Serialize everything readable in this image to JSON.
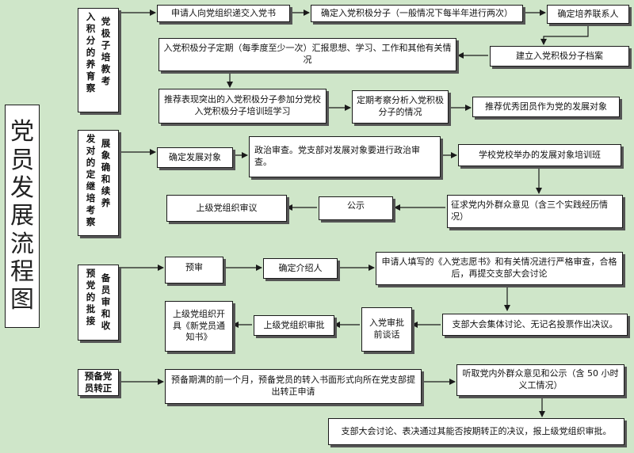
{
  "title": "党员发展流程图",
  "stages": {
    "s1": {
      "col_a": "入积分的养育察",
      "col_b": "党极子培教考"
    },
    "s2": {
      "col_a": "发对的定继培考察",
      "col_b": "展象确和续养"
    },
    "s3": {
      "col_a": "预党的批接",
      "col_b": "备员审和收"
    },
    "s4": {
      "label": "预备党员转正"
    }
  },
  "steps": {
    "b1": "申请人向党组织递交入党书",
    "b2": "确定入党积极分子（一般情况下每半年进行两次）",
    "b3": "确定培养联系人",
    "b4": "入党积极分子定期（每季度至少一次）汇报思想、学习、工作和其他有关情况",
    "b5": "建立入党积极分子档案",
    "b6": "推荐表现突出的入党积极分子参加分党校入党积极分子培训班学习",
    "b7": "定期考察分析入党积极分子的情况",
    "b8": "推荐优秀团员作为党的发展对象",
    "b9": "确定发展对象",
    "b10": "政治审查。党支部对发展对象要进行政治审查。",
    "b11": "学校党校举办的发展对象培训班",
    "b12": "征求党内外群众意见（含三个实践经历情况）",
    "b13": "公示",
    "b14": "上级党组织审议",
    "b15": "预审",
    "b16": "确定介绍人",
    "b17": "申请人填写的《入党志愿书》和有关情况进行严格审查，合格后，再提交支部大会讨论",
    "b18": "支部大会集体讨论、无记名投票作出决议。",
    "b19": "入党审批前谈话",
    "b20": "上级党组织审批",
    "b21": "上级党组织开具《新党员通知书》",
    "b22": "预备期满的前一个月，预备党员的转入书面形式向所在党支部提出转正申请",
    "b23": "听取党内外群众意见和公示（含 50 小时义工情况）",
    "b24": "支部大会讨论、表决通过其能否按期转正的决议，报上级党组织审批。"
  }
}
